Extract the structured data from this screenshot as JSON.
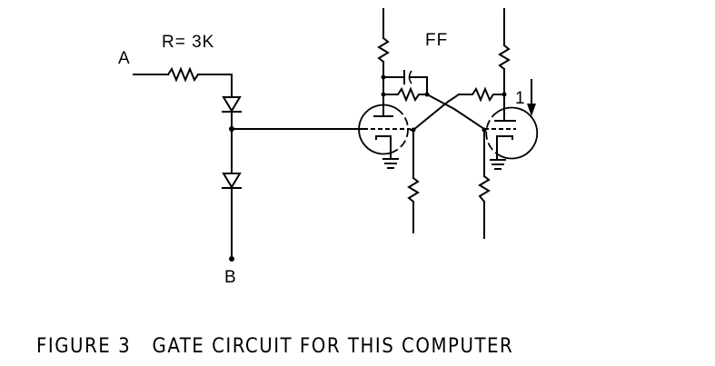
{
  "figure": {
    "caption": "FIGURE 3   GATE CIRCUIT FOR THIS COMPUTER",
    "ink_color": "#000000",
    "background_color": "#ffffff"
  },
  "labels": {
    "input_a": "A",
    "output_b": "B",
    "resistor_value": "R= 3K",
    "flip_flop": "FF",
    "state_marker": "1"
  },
  "components": [
    {
      "type": "resistor",
      "name": "input-resistor",
      "value": "3K"
    },
    {
      "type": "diode",
      "name": "diode-upper"
    },
    {
      "type": "diode",
      "name": "diode-lower"
    },
    {
      "type": "vacuum-tube",
      "name": "tube-left"
    },
    {
      "type": "vacuum-tube",
      "name": "tube-right"
    },
    {
      "type": "resistor",
      "name": "plate-load-left"
    },
    {
      "type": "resistor",
      "name": "plate-load-right"
    },
    {
      "type": "capacitor",
      "name": "speedup-capacitor"
    },
    {
      "type": "resistor",
      "name": "coupling-resistor-left"
    },
    {
      "type": "resistor",
      "name": "coupling-resistor-right"
    },
    {
      "type": "resistor",
      "name": "grid-resistor-left"
    },
    {
      "type": "resistor",
      "name": "grid-resistor-right"
    },
    {
      "type": "ground",
      "name": "ground-left"
    },
    {
      "type": "ground",
      "name": "ground-right"
    }
  ]
}
